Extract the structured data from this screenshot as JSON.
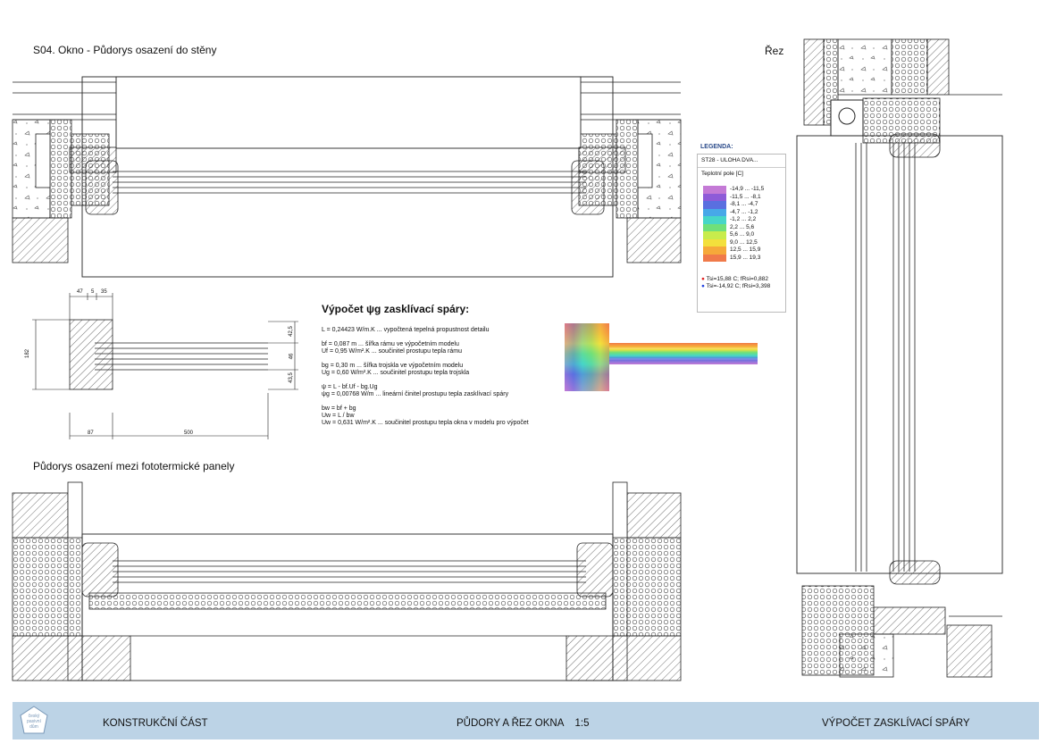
{
  "titles": {
    "plan_wall": "S04. Okno - Půdorys osazení do stěny",
    "section": "Řez",
    "plan_panels": "Půdorys osazení mezi fototermické panely"
  },
  "dims": {
    "top": [
      "47",
      "5",
      "35"
    ],
    "left": "182",
    "right": [
      "42,5",
      "46",
      "43,5"
    ],
    "bottom": [
      "87",
      "500"
    ]
  },
  "calc": {
    "title": "Výpočet ψg zasklívací spáry:",
    "lines": [
      "L = 0,24423 W/m.K ... vypočtená tepelná propustnost detailu",
      "",
      "bf = 0,087 m ... šířka rámu ve výpočetním modelu",
      "Uf = 0,95 W/m².K ... součinitel prostupu tepla rámu",
      "",
      "bg = 0,30 m ... šířka trojskla ve výpočetním modelu",
      "Ug = 0,60 W/m².K ... součinitel prostupu tepla trojskla",
      "",
      "ψ = L - bf.Uf - bg.Ug",
      "ψg = 0,00768 W/m ... lineární činitel prostupu tepla zasklívací spáry",
      "",
      "bw = bf + bg",
      "Uw = L / bw",
      "Uw = 0,631 W/m².K ... součinitel prostupu tepla okna v modelu pro výpočet"
    ]
  },
  "legend": {
    "heading": "LEGENDA:",
    "name": "ST28 - ULOHA DVA...",
    "field": "Teplotní pole [C]",
    "ranges": [
      "-14,9 ... -11,5",
      "-11,5 ... -8,1",
      "-8,1 ... -4,7",
      "-4,7 ... -1,2",
      "-1,2 ... 2,2",
      "2,2 ... 5,6",
      "5,6 ... 9,0",
      "9,0 ... 12,5",
      "12,5 ... 15,9",
      "15,9 ... 19,3"
    ],
    "colors": [
      "#c47ad6",
      "#8e5bd8",
      "#5a6fe0",
      "#47a8e8",
      "#46d6c8",
      "#6fe07a",
      "#c8ec4c",
      "#f3e03c",
      "#f6a93a",
      "#f07a4a"
    ],
    "notes": [
      "Tsi=15,88 C; fRsi=0,882",
      "Tsi=-14,92 C; fRsi=3,398"
    ],
    "note_colors": [
      "#e02020",
      "#2040e0"
    ]
  },
  "footer": {
    "logo": [
      "český",
      "pasivní",
      "dům"
    ],
    "left": "KONSTRUKČNÍ ČÁST",
    "center": "PŮDORY A ŘEZ OKNA    1:5",
    "right": "VÝPOČET ZASKLÍVACÍ SPÁRY"
  }
}
